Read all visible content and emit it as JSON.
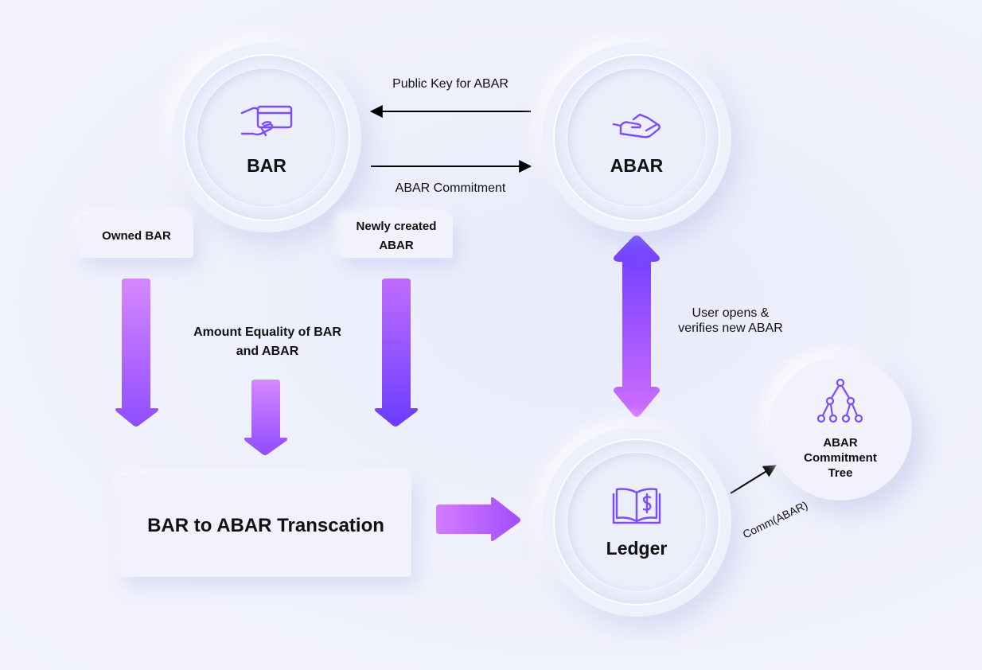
{
  "nodes": {
    "bar": {
      "label": "BAR",
      "icon": "card-hand-icon"
    },
    "abar": {
      "label": "ABAR",
      "icon": "open-hand-icon"
    },
    "ledger": {
      "label": "Ledger",
      "icon": "ledger-book-icon"
    },
    "tree": {
      "label_line1": "ABAR",
      "label_line2": "Commitment",
      "label_line3": "Tree",
      "icon": "tree-network-icon"
    }
  },
  "edges": {
    "public_key": "Public Key for ABAR",
    "commitment": "ABAR Commitment",
    "user_opens_line1": "User opens &",
    "user_opens_line2": "verifies new ABAR",
    "comm_abar": "Comm(ABAR)"
  },
  "cards": {
    "owned_bar": "Owned BAR",
    "newly_created_line1": "Newly created",
    "newly_created_line2": "ABAR",
    "transaction": "BAR to ABAR Transcation"
  },
  "labels": {
    "amount_equality_line1": "Amount Equality of BAR",
    "amount_equality_line2": "and ABAR"
  },
  "colors": {
    "arrow_light": "#d27cff",
    "arrow_dark": "#6a3cff",
    "icon": "#7b4dff"
  }
}
